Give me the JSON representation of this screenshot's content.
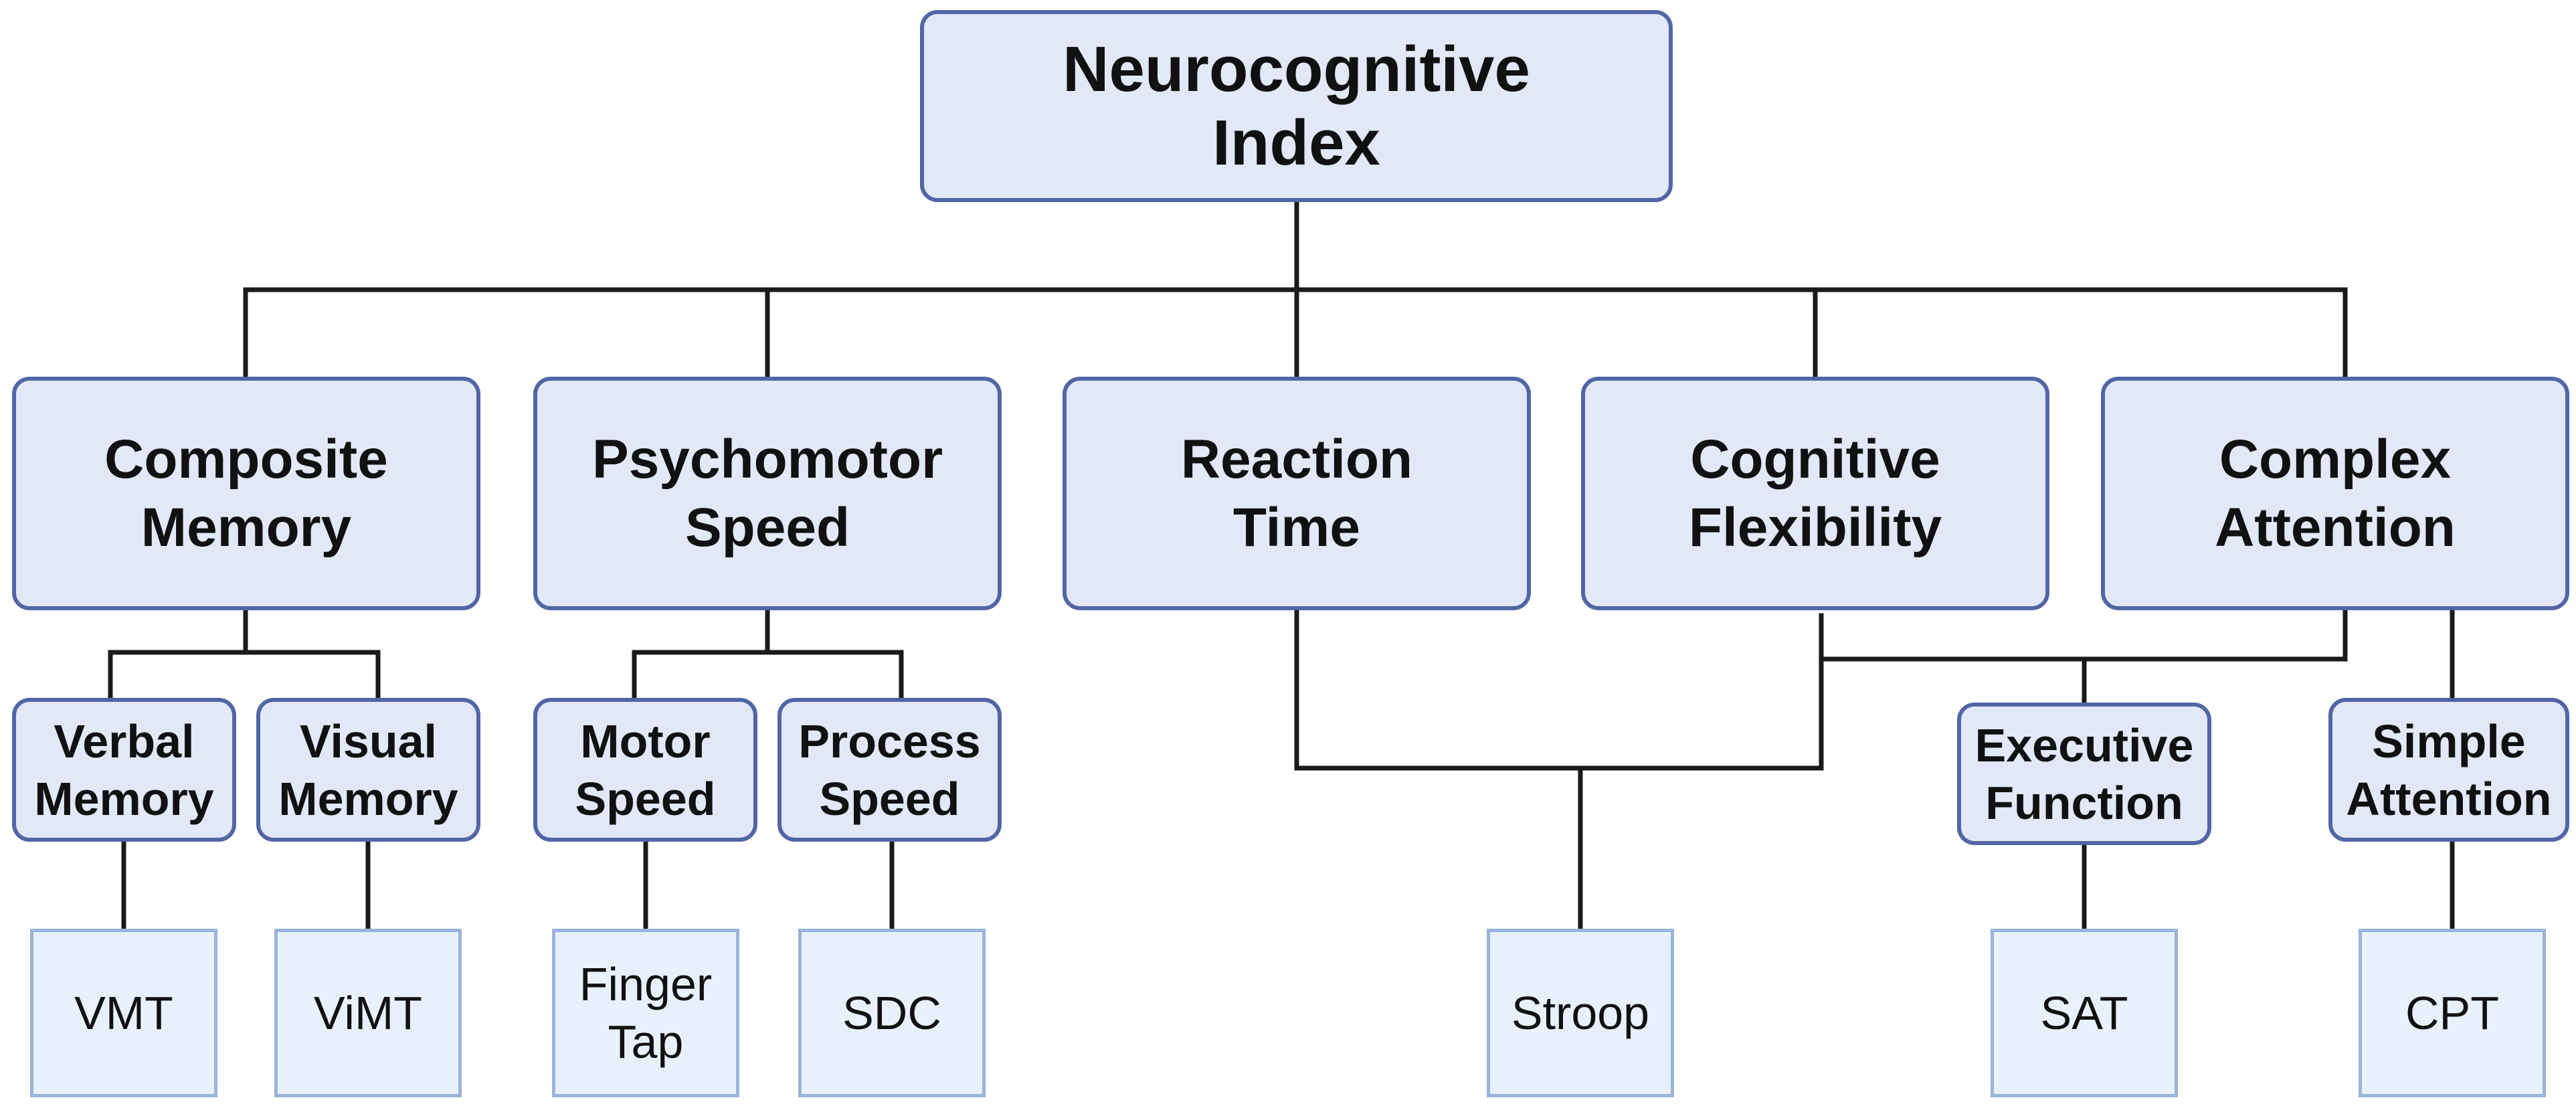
{
  "root": {
    "label": "Neurocognitive\nIndex"
  },
  "domains": {
    "composite_memory": "Composite\nMemory",
    "psychomotor_speed": "Psychomotor\nSpeed",
    "reaction_time": "Reaction\nTime",
    "cognitive_flexibility": "Cognitive\nFlexibility",
    "complex_attention": "Complex\nAttention"
  },
  "subdomains": {
    "verbal_memory": "Verbal\nMemory",
    "visual_memory": "Visual\nMemory",
    "motor_speed": "Motor\nSpeed",
    "process_speed": "Process\nSpeed",
    "executive_function": "Executive\nFunction",
    "simple_attention": "Simple\nAttention"
  },
  "tests": {
    "vmt": "VMT",
    "vimt": "ViMT",
    "finger_tap": "Finger\nTap",
    "sdc": "SDC",
    "stroop": "Stroop",
    "sat": "SAT",
    "cpt": "CPT"
  },
  "colors": {
    "box_fill": "#e3e8f8",
    "box_border": "#5266a6",
    "test_fill": "#e8f0fb",
    "test_border": "#9ab4dc",
    "connector": "#1a1a1a"
  }
}
